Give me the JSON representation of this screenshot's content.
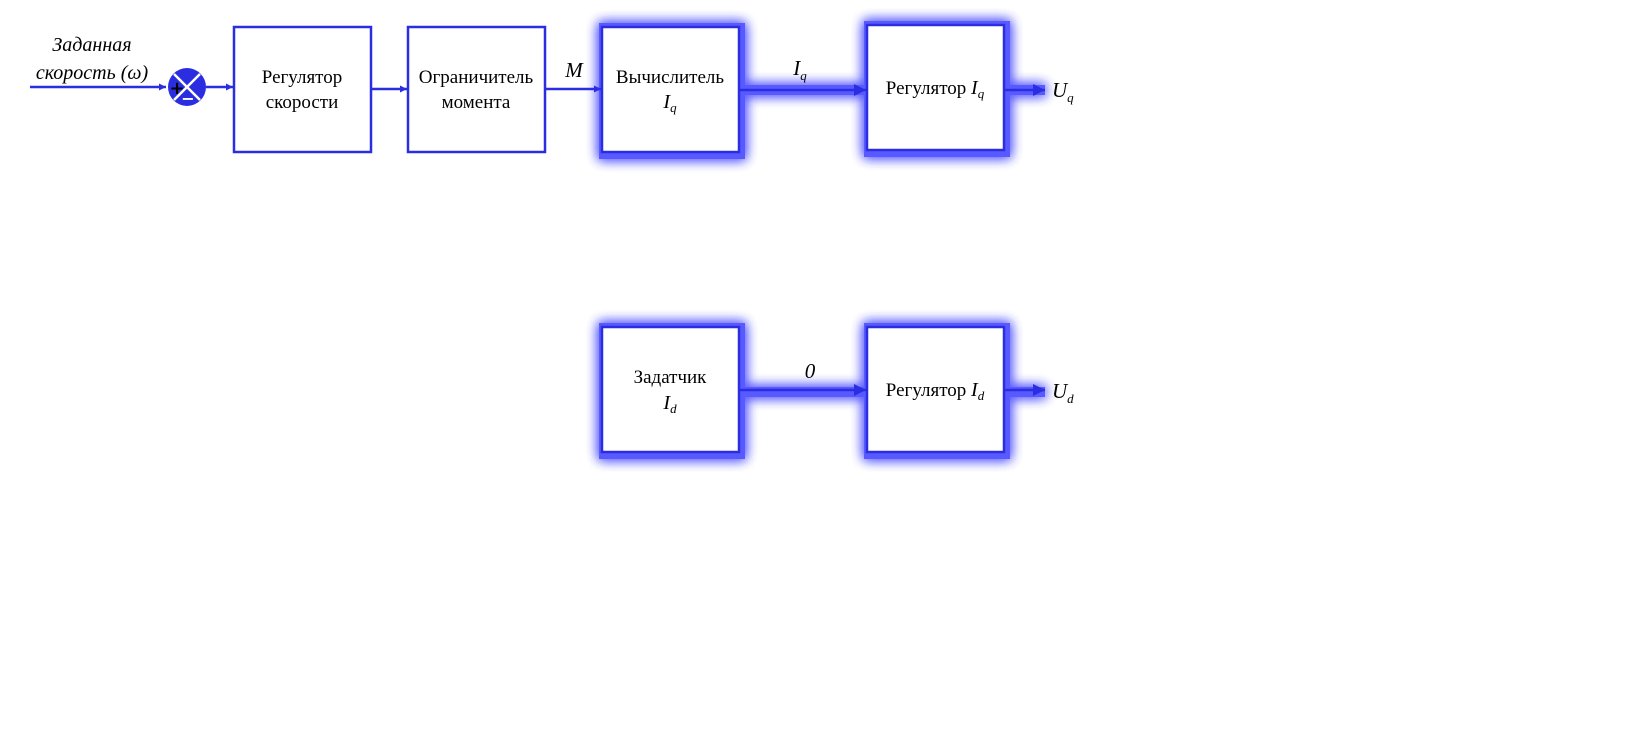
{
  "input": {
    "line1": "Заданная",
    "line2": "скорость (ω)"
  },
  "summing_junction": {
    "plus": "+",
    "minus": "−"
  },
  "blocks": {
    "speed_regulator": {
      "line1": "Регулятор",
      "line2": "скорости"
    },
    "torque_limiter": {
      "line1": "Ограничитель",
      "line2": "момента"
    },
    "iq_calculator": {
      "line1": "Вычислитель",
      "var": "I",
      "sub": "q"
    },
    "iq_regulator": {
      "text": "Регулятор ",
      "var": "I",
      "sub": "q"
    },
    "id_setter": {
      "line1": "Задатчик",
      "var": "I",
      "sub": "d"
    },
    "id_regulator": {
      "text": "Регулятор ",
      "var": "I",
      "sub": "d"
    }
  },
  "signals": {
    "torque": "M",
    "iq_ref": {
      "var": "I",
      "sub": "q"
    },
    "id_ref": "0",
    "uq": {
      "var": "U",
      "sub": "q"
    },
    "ud": {
      "var": "U",
      "sub": "d"
    }
  },
  "colors": {
    "line": "#2a2ee0",
    "glow": "#3a3cff",
    "text": "#000000",
    "background": "#ffffff"
  }
}
